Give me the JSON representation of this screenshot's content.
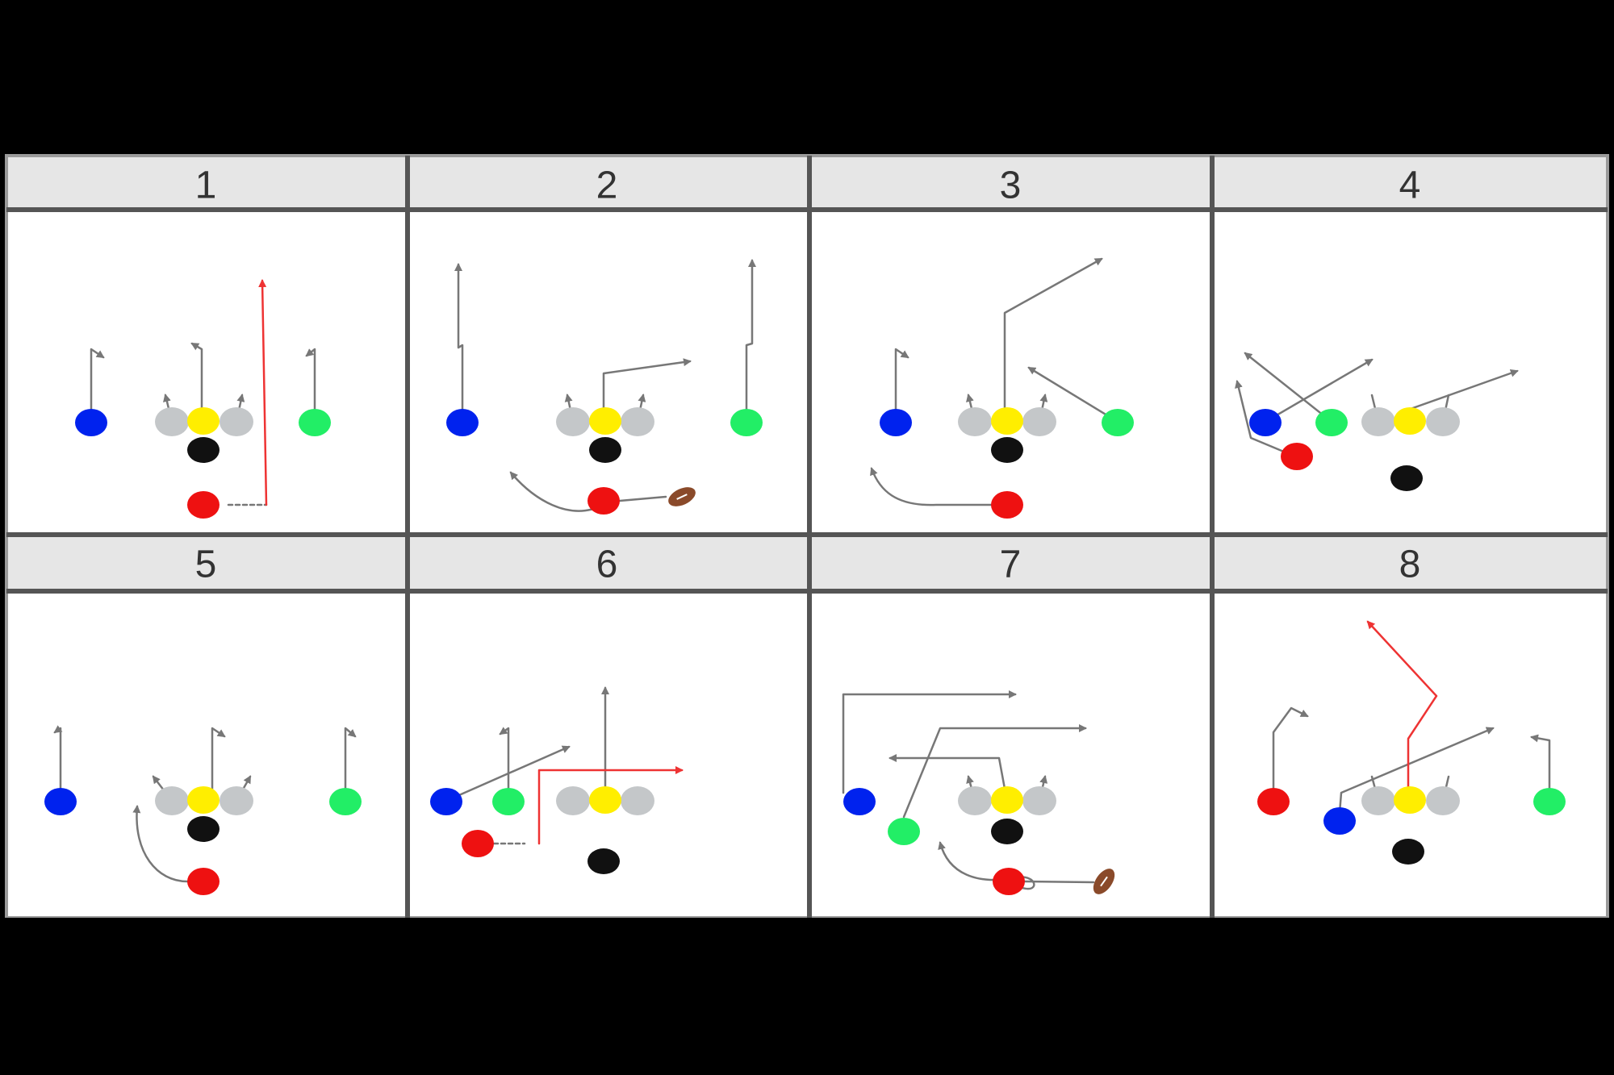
{
  "colors": {
    "background": "#000000",
    "header_fill": "#e6e6e6",
    "panel_fill": "#ffffff",
    "grid_line": "#555555",
    "route": "#777777",
    "route_highlight": "#ee3333",
    "center_black": "#111111",
    "qb_yellow": "#ffee00",
    "lineman_gray": "#c4c7c9",
    "blue": "#0022ee",
    "green": "#22ee66",
    "red": "#ee1111",
    "football": "#8a4a2a"
  },
  "icons": {
    "player": "filled-circle",
    "football": "football-icon"
  },
  "plays": [
    {
      "label": "1"
    },
    {
      "label": "2"
    },
    {
      "label": "3"
    },
    {
      "label": "4"
    },
    {
      "label": "5"
    },
    {
      "label": "6"
    },
    {
      "label": "7"
    },
    {
      "label": "8"
    }
  ]
}
